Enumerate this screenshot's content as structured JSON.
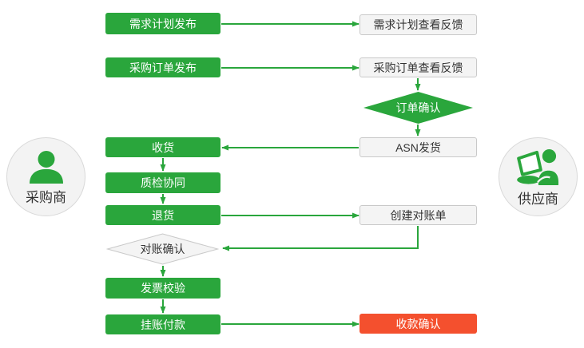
{
  "colors": {
    "green": "#2aa63c",
    "red": "#f4502e",
    "box_bg": "#f4f4f4",
    "box_border": "#c9c9c9",
    "text_dark": "#333333",
    "circle_bg": "#f3f3f3",
    "circle_border": "#d9d9d9"
  },
  "actors": {
    "buyer": {
      "label": "采购商",
      "icon": "person-icon"
    },
    "supplier": {
      "label": "供应商",
      "icon": "person-laptop-icon"
    }
  },
  "flow": {
    "left": [
      {
        "label": "需求计划发布",
        "type": "process"
      },
      {
        "label": "采购订单发布",
        "type": "process"
      },
      {
        "label": "收货",
        "type": "process"
      },
      {
        "label": "质检协同",
        "type": "process"
      },
      {
        "label": "退货",
        "type": "process"
      },
      {
        "label": "对账确认",
        "type": "decision"
      },
      {
        "label": "发票校验",
        "type": "process"
      },
      {
        "label": "挂账付款",
        "type": "process"
      }
    ],
    "right": [
      {
        "label": "需求计划查看反馈",
        "type": "document"
      },
      {
        "label": "采购订单查看反馈",
        "type": "document"
      },
      {
        "label": "订单确认",
        "type": "decision"
      },
      {
        "label": "ASN发货",
        "type": "document"
      },
      {
        "label": "创建对账单",
        "type": "document"
      },
      {
        "label": "收款确认",
        "type": "highlight"
      }
    ]
  }
}
